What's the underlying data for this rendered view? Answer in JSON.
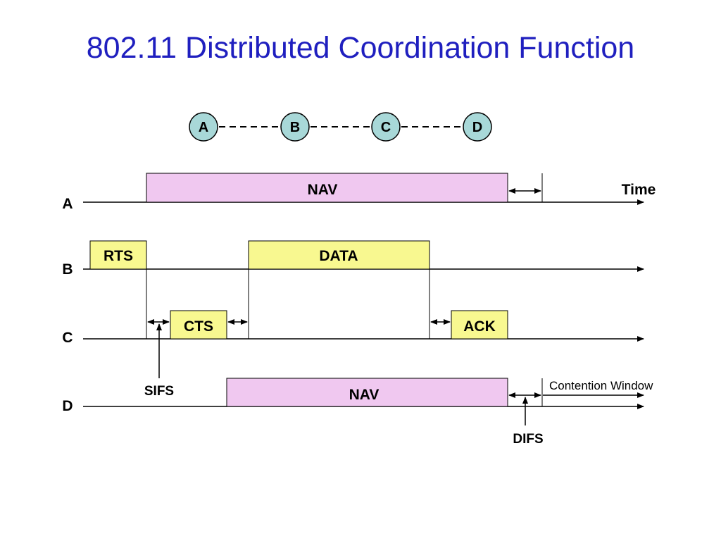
{
  "title": "802.11 Distributed Coordination Function",
  "topology": {
    "nodes": [
      "A",
      "B",
      "C",
      "D"
    ]
  },
  "stations": [
    "A",
    "B",
    "C",
    "D"
  ],
  "frames": {
    "nav_a": "NAV",
    "rts": "RTS",
    "data": "DATA",
    "cts": "CTS",
    "ack": "ACK",
    "nav_d": "NAV"
  },
  "labels": {
    "time": "Time",
    "sifs": "SIFS",
    "difs": "DIFS",
    "contention_window": "Contention Window"
  },
  "colors": {
    "title": "#1f1fbf",
    "nav_fill": "#f0c8f0",
    "frame_fill": "#f8f890",
    "node_fill": "#a8d8d8"
  }
}
